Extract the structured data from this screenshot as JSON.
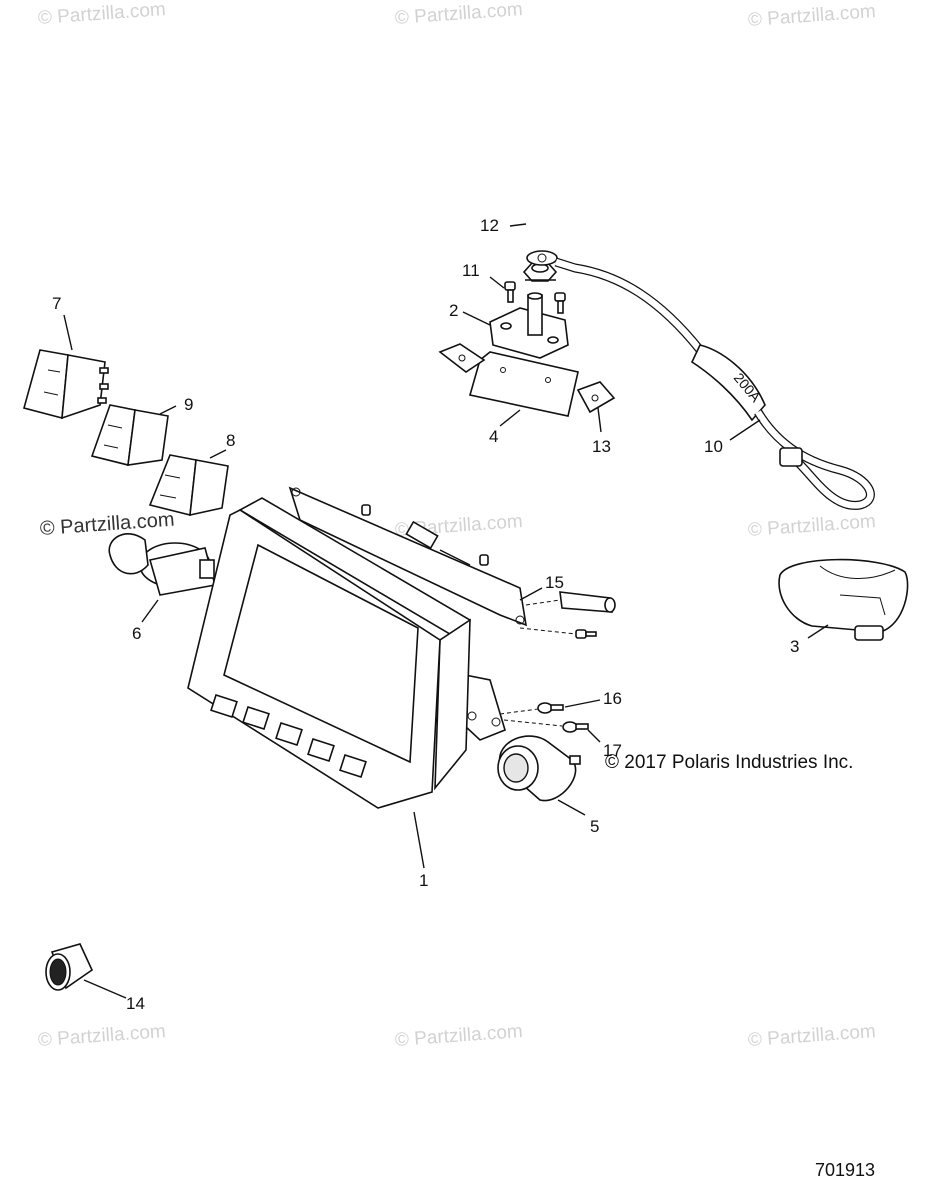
{
  "watermark": {
    "top_left": "© Partzilla.com",
    "top_center": "© Partzilla.com",
    "top_right": "© Partzilla.com",
    "mid_left": "© Partzilla.com",
    "mid_center": "© Partzilla.com",
    "mid_right": "© Partzilla.com",
    "bottom_left": "© Partzilla.com",
    "bottom_center": "© Partzilla.com",
    "bottom_right": "© Partzilla.com"
  },
  "callouts": {
    "c1": "1",
    "c2": "2",
    "c3": "3",
    "c4": "4",
    "c5": "5",
    "c6": "6",
    "c7": "7",
    "c8": "8",
    "c9": "9",
    "c10": "10",
    "c11": "11",
    "c12": "12",
    "c13": "13",
    "c14": "14",
    "c15": "15",
    "c16": "16",
    "c17": "17"
  },
  "copyright": "© 2017 Polaris Industries Inc.",
  "diagram_number": "701913",
  "cable_label": "200A"
}
